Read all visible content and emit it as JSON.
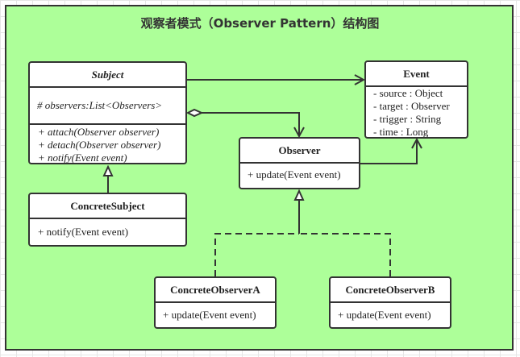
{
  "title": "观察者模式（Observer Pattern）结构图",
  "classes": {
    "subject": {
      "name": "Subject",
      "attributes": [
        "# observers:List<Observers>"
      ],
      "methods": [
        "+ attach(Observer observer)",
        "+ detach(Observer observer)",
        "+ notify(Event event)"
      ]
    },
    "event": {
      "name": "Event",
      "attributes": [
        "- source : Object",
        "- target : Observer",
        "- trigger : String",
        "- time : Long"
      ]
    },
    "observer": {
      "name": "Observer",
      "methods": [
        "+ update(Event event)"
      ]
    },
    "concrete_subject": {
      "name": "ConcreteSubject",
      "methods": [
        "+ notify(Event event)"
      ]
    },
    "concrete_observer_a": {
      "name": "ConcreteObserverA",
      "methods": [
        "+ update(Event event)"
      ]
    },
    "concrete_observer_b": {
      "name": "ConcreteObserverB",
      "methods": [
        "+ update(Event event)"
      ]
    }
  },
  "colors": {
    "background": "#ADFF99",
    "box": "#FFFFFF",
    "stroke": "#333333"
  }
}
